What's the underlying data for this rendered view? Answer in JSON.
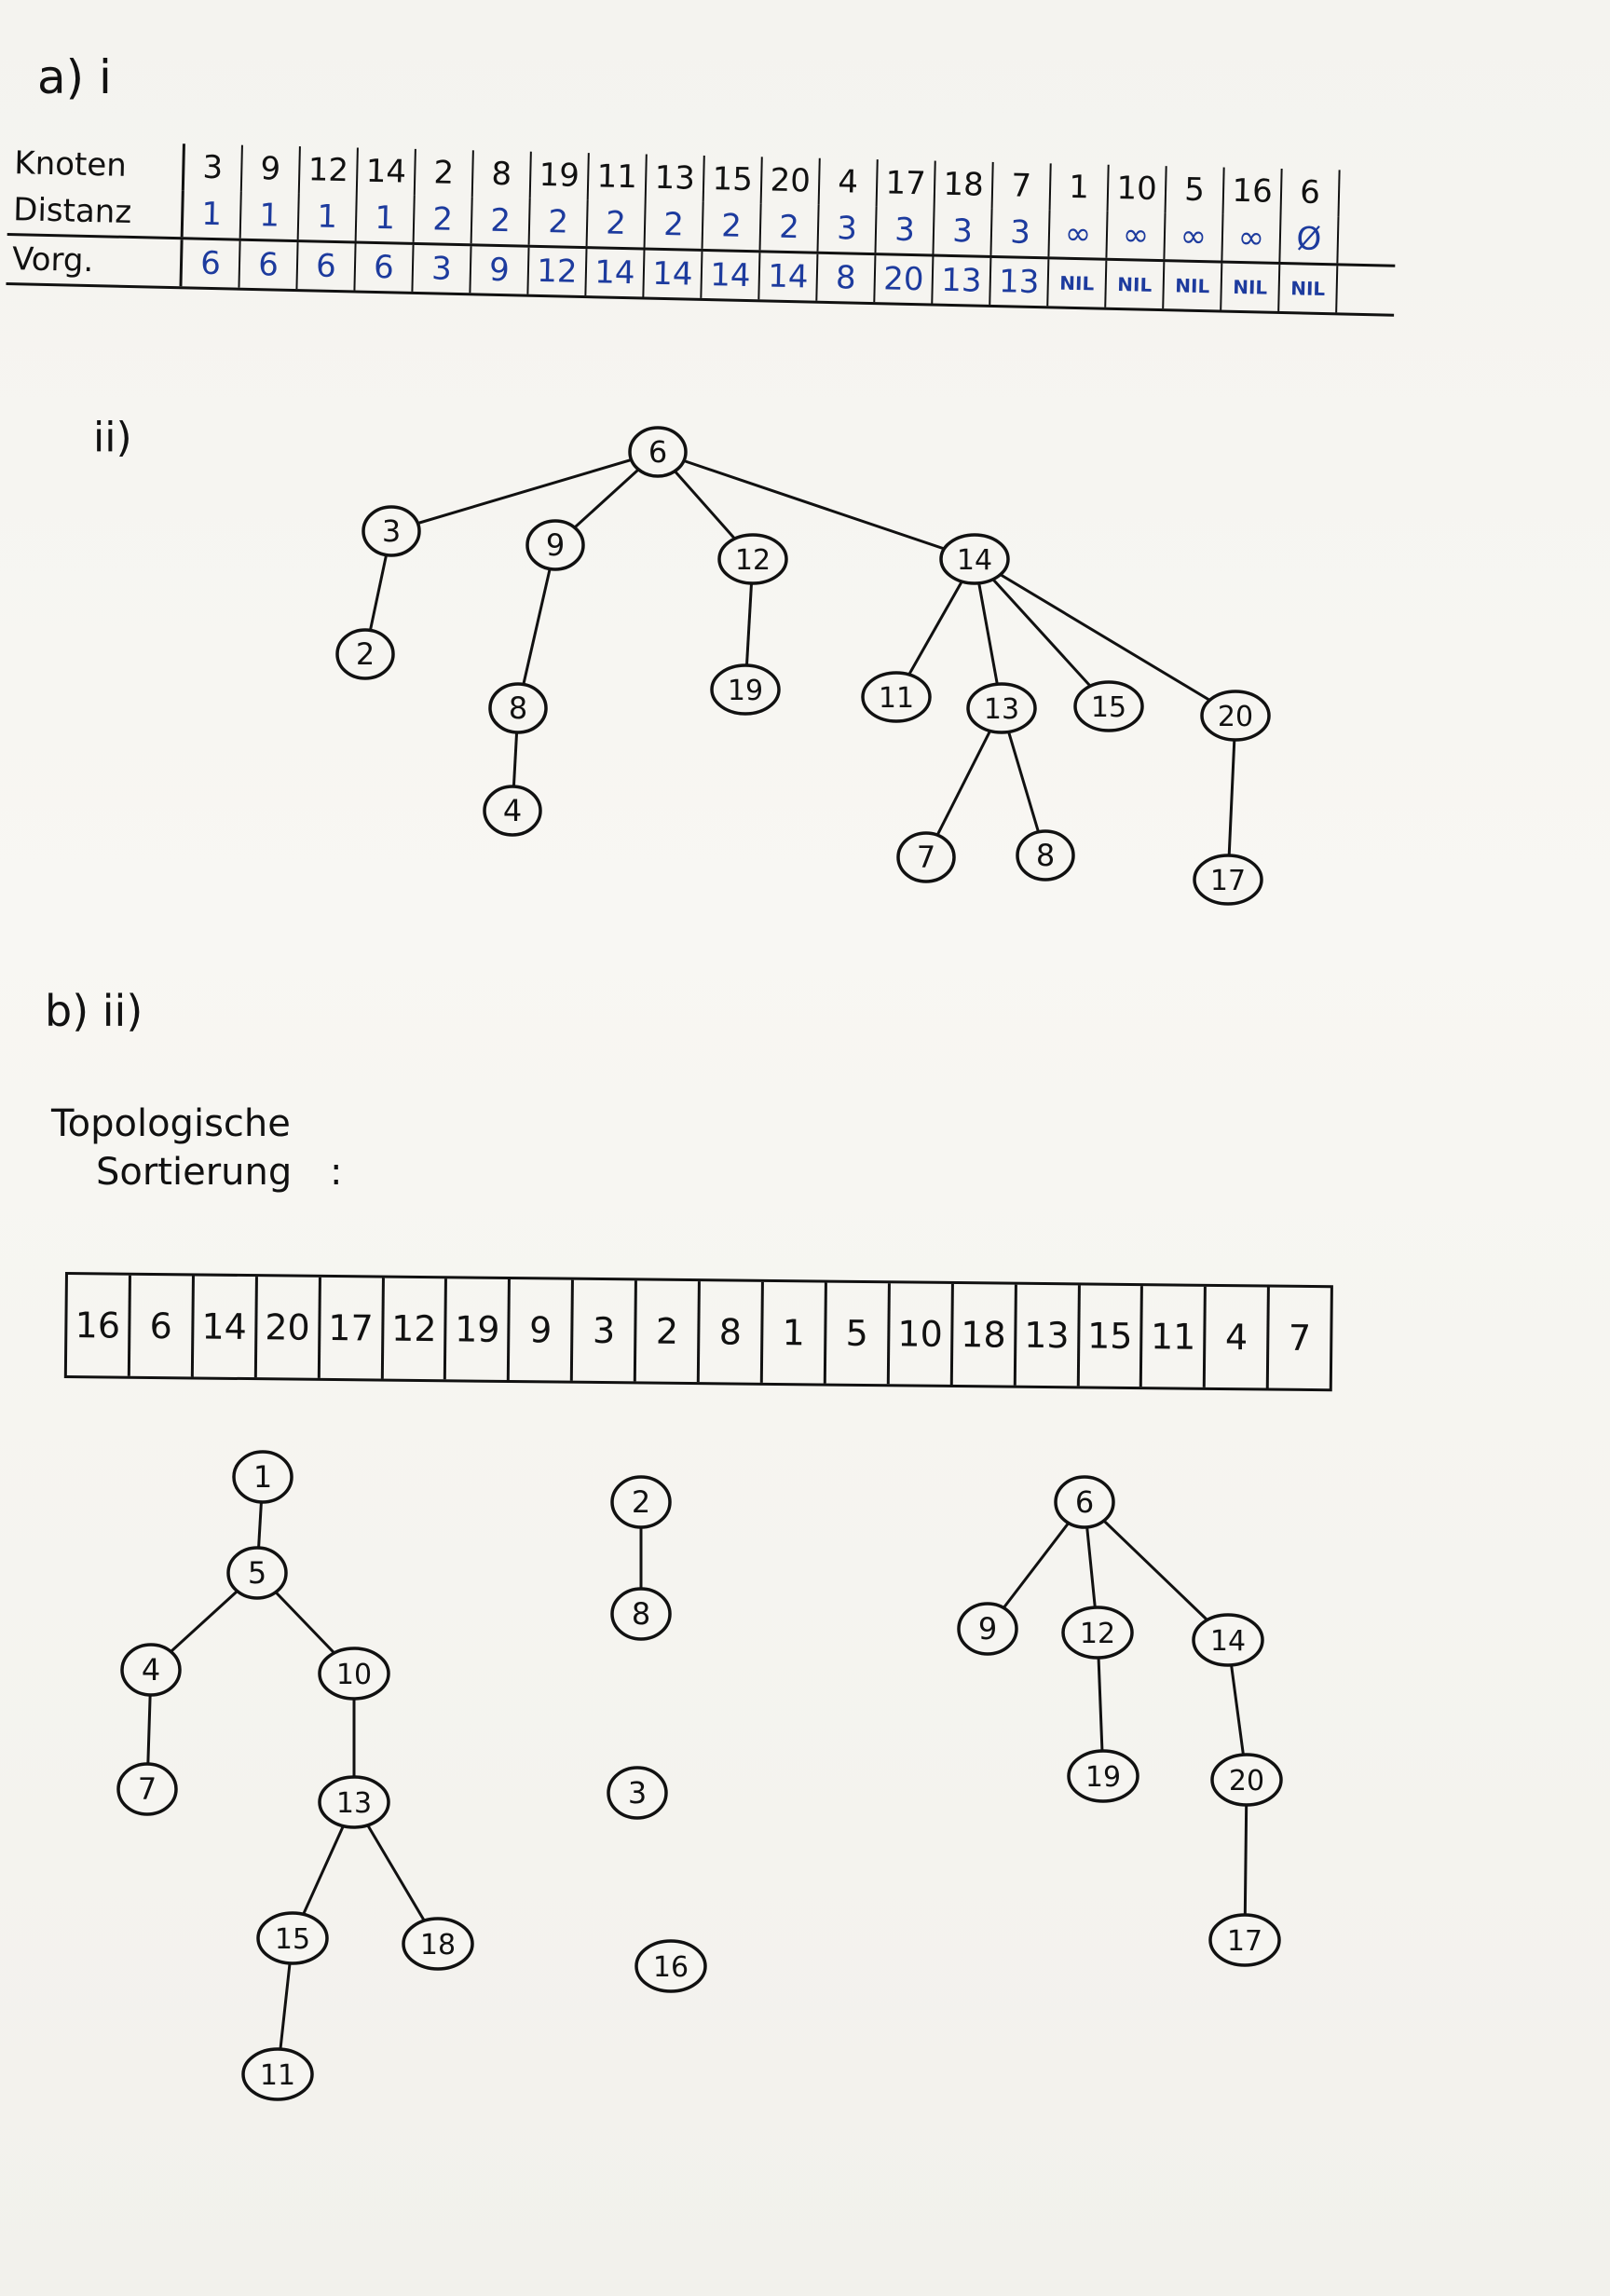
{
  "labels": {
    "a_i": "a) i",
    "a_ii": "ii)",
    "b_ii": "b) ii)",
    "topo_line1": "Topologische",
    "topo_line2": "Sortierung",
    "topo_colon": ":"
  },
  "bfs_table": {
    "row_labels": [
      "Knoten",
      "Distanz",
      "Vorg."
    ],
    "knoten": [
      "3",
      "9",
      "12",
      "14",
      "2",
      "8",
      "19",
      "11",
      "13",
      "15",
      "20",
      "4",
      "17",
      "18",
      "7",
      "1",
      "10",
      "5",
      "16",
      "6"
    ],
    "distanz": [
      "1",
      "1",
      "1",
      "1",
      "2",
      "2",
      "2",
      "2",
      "2",
      "2",
      "2",
      "3",
      "3",
      "3",
      "3",
      "∞",
      "∞",
      "∞",
      "∞",
      "Ø"
    ],
    "vorg": [
      "6",
      "6",
      "6",
      "6",
      "3",
      "9",
      "12",
      "14",
      "14",
      "14",
      "14",
      "8",
      "20",
      "13",
      "13",
      "NIL",
      "NIL",
      "NIL",
      "NIL",
      "NIL"
    ],
    "blue_color": "#1d3b9e"
  },
  "bfs_tree": {
    "nodes": [
      {
        "id": "6",
        "label": "6"
      },
      {
        "id": "3",
        "label": "3"
      },
      {
        "id": "9",
        "label": "9"
      },
      {
        "id": "12",
        "label": "12"
      },
      {
        "id": "14",
        "label": "14"
      },
      {
        "id": "2",
        "label": "2"
      },
      {
        "id": "8",
        "label": "8"
      },
      {
        "id": "19",
        "label": "19"
      },
      {
        "id": "11",
        "label": "11"
      },
      {
        "id": "13",
        "label": "13"
      },
      {
        "id": "15",
        "label": "15"
      },
      {
        "id": "20",
        "label": "20"
      },
      {
        "id": "4",
        "label": "4"
      },
      {
        "id": "7",
        "label": "7"
      },
      {
        "id": "8b",
        "label": "8"
      },
      {
        "id": "17",
        "label": "17"
      }
    ],
    "edges": [
      [
        "6",
        "3"
      ],
      [
        "6",
        "9"
      ],
      [
        "6",
        "12"
      ],
      [
        "6",
        "14"
      ],
      [
        "3",
        "2"
      ],
      [
        "9",
        "8"
      ],
      [
        "8",
        "4"
      ],
      [
        "12",
        "19"
      ],
      [
        "14",
        "11"
      ],
      [
        "14",
        "13"
      ],
      [
        "14",
        "15"
      ],
      [
        "14",
        "20"
      ],
      [
        "13",
        "7"
      ],
      [
        "13",
        "8b"
      ],
      [
        "20",
        "17"
      ]
    ]
  },
  "topo_order": [
    "16",
    "6",
    "14",
    "20",
    "17",
    "12",
    "19",
    "9",
    "3",
    "2",
    "8",
    "1",
    "5",
    "10",
    "18",
    "13",
    "15",
    "11",
    "4",
    "7"
  ],
  "dfs_forest": {
    "nodes": [
      {
        "id": "1",
        "label": "1"
      },
      {
        "id": "5",
        "label": "5"
      },
      {
        "id": "4",
        "label": "4"
      },
      {
        "id": "10",
        "label": "10"
      },
      {
        "id": "7",
        "label": "7"
      },
      {
        "id": "13",
        "label": "13"
      },
      {
        "id": "15",
        "label": "15"
      },
      {
        "id": "18",
        "label": "18"
      },
      {
        "id": "11",
        "label": "11"
      },
      {
        "id": "2",
        "label": "2"
      },
      {
        "id": "8",
        "label": "8"
      },
      {
        "id": "3",
        "label": "3"
      },
      {
        "id": "16",
        "label": "16"
      },
      {
        "id": "6",
        "label": "6"
      },
      {
        "id": "9",
        "label": "9"
      },
      {
        "id": "12",
        "label": "12"
      },
      {
        "id": "14",
        "label": "14"
      },
      {
        "id": "19",
        "label": "19"
      },
      {
        "id": "20",
        "label": "20"
      },
      {
        "id": "17",
        "label": "17"
      }
    ],
    "edges": [
      [
        "1",
        "5"
      ],
      [
        "5",
        "4"
      ],
      [
        "5",
        "10"
      ],
      [
        "4",
        "7"
      ],
      [
        "10",
        "13"
      ],
      [
        "13",
        "15"
      ],
      [
        "13",
        "18"
      ],
      [
        "15",
        "11"
      ],
      [
        "2",
        "8"
      ],
      [
        "6",
        "9"
      ],
      [
        "6",
        "12"
      ],
      [
        "6",
        "14"
      ],
      [
        "12",
        "19"
      ],
      [
        "14",
        "20"
      ],
      [
        "20",
        "17"
      ]
    ]
  }
}
